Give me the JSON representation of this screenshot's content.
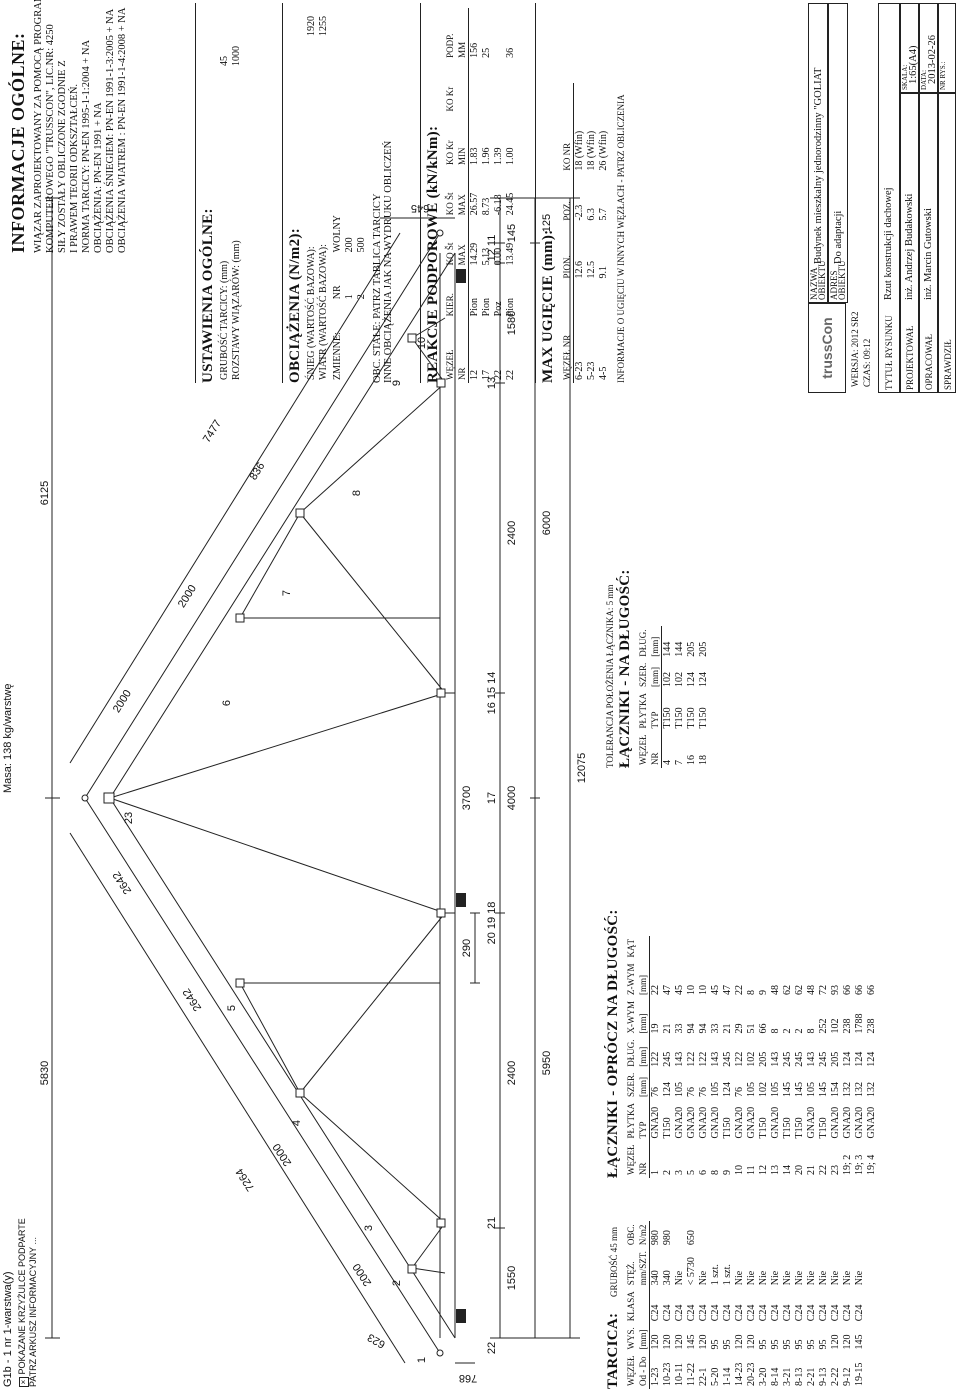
{
  "header": {
    "code": "G1b - 1 nr 1-warstwa(y)",
    "mass": "Masa: 138 kg/warstwę",
    "note_line1": "POKAZANE KRZYŻULCE PODPARTE",
    "note_line2": "PATRZ ARKUSZ INFORMACYJNY ..."
  },
  "drawing": {
    "top_dims": [
      "5830",
      "6125"
    ],
    "chord_dims": [
      "7264",
      "7477"
    ],
    "panel_dims": [
      "2000",
      "2000",
      "2642",
      "2642",
      "2000",
      "2000",
      "836",
      "623"
    ],
    "node_labels": [
      "1",
      "2",
      "3",
      "4",
      "5",
      "23",
      "6",
      "7",
      "8",
      "9",
      "10"
    ],
    "bottom_nodes": [
      "22",
      "21",
      "20 19 18",
      "17",
      "16 15 14",
      "13",
      "12 11"
    ],
    "bottom_dims_1": [
      "1550",
      "2400",
      "4000",
      "2400",
      "1580",
      "145"
    ],
    "bottom_dims_2": [
      "5950",
      "6000",
      "125"
    ],
    "bottom_total": "12075",
    "small_dims": [
      "290",
      "3700",
      "768",
      "645"
    ]
  },
  "tarcica": {
    "title": "TARCICA:",
    "grubosc": "GRUBOŚĆ 45 mm",
    "headers": [
      [
        "WĘZEŁ",
        "Od - Do"
      ],
      [
        "WYS.",
        "[mm]"
      ],
      [
        "KLASA",
        ""
      ],
      [
        "STĘŻ.",
        "mm/SZT."
      ],
      [
        "OBC.",
        "N/m2"
      ]
    ],
    "rows": [
      [
        "1-23",
        "120",
        "C24",
        "340",
        "980"
      ],
      [
        "10-23",
        "120",
        "C24",
        "340",
        "980"
      ],
      [
        "10-11",
        "120",
        "C24",
        "Nie",
        ""
      ],
      [
        "11-22",
        "145",
        "C24",
        "< 5730",
        "650"
      ],
      [
        "22-1",
        "120",
        "C24",
        "Nie",
        ""
      ],
      [
        "5-20",
        "95",
        "C24",
        "1 szt.",
        ""
      ],
      [
        "1-14",
        "95",
        "C24",
        "1 szt.",
        ""
      ],
      [
        "14-23",
        "120",
        "C24",
        "Nie",
        ""
      ],
      [
        "20-23",
        "120",
        "C24",
        "Nie",
        ""
      ],
      [
        "3-20",
        "95",
        "C24",
        "Nie",
        ""
      ],
      [
        "8-14",
        "95",
        "C24",
        "Nie",
        ""
      ],
      [
        "3-21",
        "95",
        "C24",
        "Nie",
        ""
      ],
      [
        "8-13",
        "95",
        "C24",
        "Nie",
        ""
      ],
      [
        "2-21",
        "95",
        "C24",
        "Nie",
        ""
      ],
      [
        "9-13",
        "95",
        "C24",
        "Nie",
        ""
      ],
      [
        "2-22",
        "120",
        "C24",
        "Nie",
        ""
      ],
      [
        "9-12",
        "120",
        "C24",
        "Nie",
        ""
      ],
      [
        "19-15",
        "145",
        "C24",
        "Nie",
        ""
      ]
    ]
  },
  "laczniki_opr": {
    "title": "ŁĄCZNIKI - OPRÓCZ NA DŁUGOŚĆ:",
    "headers": [
      [
        "WĘZEŁ",
        "NR"
      ],
      [
        "PŁYTKA",
        "TYP"
      ],
      [
        "SZER.",
        "[mm]"
      ],
      [
        "DŁUG.",
        "[mm]"
      ],
      [
        "X-WYM",
        "[mm]"
      ],
      [
        "Z-WYM",
        "[mm]"
      ],
      [
        "KĄT",
        ""
      ]
    ],
    "rows": [
      [
        "1",
        "GNA20",
        "76",
        "122",
        "19",
        "22",
        ""
      ],
      [
        "2",
        "T150",
        "124",
        "245",
        "21",
        "47",
        ""
      ],
      [
        "3",
        "GNA20",
        "105",
        "143",
        "33",
        "45",
        ""
      ],
      [
        "5",
        "GNA20",
        "76",
        "122",
        "94",
        "10",
        ""
      ],
      [
        "6",
        "GNA20",
        "76",
        "122",
        "94",
        "10",
        ""
      ],
      [
        "8",
        "GNA20",
        "105",
        "143",
        "33",
        "45",
        ""
      ],
      [
        "9",
        "T150",
        "124",
        "245",
        "21",
        "47",
        ""
      ],
      [
        "10",
        "GNA20",
        "76",
        "122",
        "29",
        "22",
        ""
      ],
      [
        "11",
        "GNA20",
        "105",
        "102",
        "51",
        "8",
        ""
      ],
      [
        "12",
        "T150",
        "102",
        "205",
        "66",
        "9",
        ""
      ],
      [
        "13",
        "GNA20",
        "105",
        "143",
        "8",
        "48",
        ""
      ],
      [
        "14",
        "T150",
        "145",
        "245",
        "2",
        "62",
        ""
      ],
      [
        "20",
        "T150",
        "145",
        "245",
        "2",
        "62",
        ""
      ],
      [
        "21",
        "GNA20",
        "105",
        "143",
        "8",
        "48",
        ""
      ],
      [
        "22",
        "T150",
        "145",
        "245",
        "252",
        "72",
        ""
      ],
      [
        "23",
        "GNA20",
        "154",
        "205",
        "102",
        "93",
        ""
      ],
      [
        "19; 2",
        "GNA20",
        "132",
        "124",
        "238",
        "66",
        ""
      ],
      [
        "19; 3",
        "GNA20",
        "132",
        "124",
        "1788",
        "66",
        ""
      ],
      [
        "19; 4",
        "GNA20",
        "132",
        "124",
        "238",
        "66",
        ""
      ]
    ]
  },
  "laczniki_dl": {
    "tolerance": "TOLERANCJA POŁOŻENIA ŁĄCZNIKA: 5 mm",
    "title": "ŁĄCZNIKI - NA DŁUGOŚĆ:",
    "headers": [
      [
        "WĘZEŁ",
        "NR"
      ],
      [
        "PŁYTKA",
        "TYP"
      ],
      [
        "SZER.",
        "[mm]"
      ],
      [
        "DŁUG.",
        "[mm]"
      ]
    ],
    "rows": [
      [
        "4",
        "T150",
        "102",
        "144"
      ],
      [
        "7",
        "T150",
        "102",
        "144"
      ],
      [
        "16",
        "T150",
        "124",
        "205"
      ],
      [
        "18",
        "T150",
        "124",
        "205"
      ]
    ]
  },
  "info": {
    "title": "INFORMACJE OGÓLNE:",
    "lines": [
      "WIĄZAR ZAPROJEKTOWANY ZA POMOCĄ PROGRAMU",
      "KOMPUTEROWEGO \"TRUSSCON\", LIC.NR: 4250",
      "SIŁY ZOSTAŁY OBLICZONE ZGODNIE Z",
      "I PRAWEM TEORII ODKSZTAŁCEŃ.",
      "NORMA TARCICY: PN-EN 1995-1-1:2004 + NA",
      "OBCIĄŻENIA: PN-EN 1991 + NA",
      "OBCIĄŻENIA ŚNIEGIEM: PN-EN 1991-1-3:2005 + NA",
      "OBCIĄŻENIA WIATREM : PN-EN 1991-1-4:2008 + NA"
    ]
  },
  "ustawienia": {
    "title": "USTAWIENIA OGÓLNE:",
    "rows": [
      [
        "GRUBOŚĆ TARCICY: (mm)",
        "45"
      ],
      [
        "ROZSTAWY WIĄZARÓW: (mm)",
        "1000"
      ]
    ]
  },
  "obciazenia": {
    "title": "OBCIĄŻENIA (N/m2):",
    "snieg": [
      "ŚNIEG (WARTOŚĆ BAZOWA):",
      "1920"
    ],
    "wiatr": [
      "WIATR (WARTOŚĆ BAZOWA):",
      "1255"
    ],
    "zmienne_label": "ZMIENNE:",
    "zmienne_headers": [
      "NR",
      "WOLNY"
    ],
    "zmienne_rows": [
      [
        "1",
        "200"
      ],
      [
        "2",
        "500"
      ]
    ],
    "note1": "OBC. STAŁE: PATRZ TABLICA TARCICY",
    "note2": "INNE OBCIĄŻENIA JAK NA WYDRUKU OBLICZEŃ"
  },
  "reakcje": {
    "title": "REAKCJE PODPOROWE (kN/kNm):",
    "headers": [
      [
        "WĘZEŁ",
        "NR"
      ],
      [
        "KIER.",
        ""
      ],
      [
        "KO Št",
        "MAX"
      ],
      [
        "KO Št",
        "MAX"
      ],
      [
        "KO Kr",
        "MIN"
      ],
      [
        "KO Kr",
        ""
      ],
      [
        "PODP.",
        "MM"
      ]
    ],
    "rows": [
      [
        "12",
        "Pion",
        "14.29",
        "26.57",
        "1.83",
        "",
        "156"
      ],
      [
        "17",
        "Pion",
        "5.13",
        "8.73",
        "1.96",
        "",
        "25"
      ],
      [
        "22",
        "Poz",
        "0.00",
        "-6.18",
        "1.39",
        "",
        ""
      ],
      [
        "22",
        "Pion",
        "13.49",
        "24.45",
        "1.00",
        "",
        "36"
      ]
    ]
  },
  "ugiecie": {
    "title": "MAX UGIĘCIE (mm):",
    "headers": [
      "WĘZEŁ NR",
      "PION.",
      "POZ.",
      "KO NR"
    ],
    "rows": [
      [
        "6-23",
        "12.6",
        "-2.3",
        "18 (Wfin)"
      ],
      [
        "5-23",
        "12.5",
        "6.3",
        "18 (Wfin)"
      ],
      [
        "4-5",
        "9.1",
        "5.7",
        "26 (Wfin)"
      ]
    ],
    "note": "INFORMACJE O UGIĘCIU W INNYCH WĘZŁACH - PATRZ OBLICZENIA"
  },
  "titleblock": {
    "logo": "trussCon",
    "version": "WERSJA: 2012 SR2",
    "time": "CZAS: 09:12",
    "nazwa_label": "NAZWA OBIEKTU",
    "nazwa": "Budynek mieszkalny jednorodzinny \"GOLIAT",
    "adres_label": "ADRES OBIEKTU",
    "adres": "Do adaptacji",
    "tytul_label": "TYTUŁ RYSUNKU",
    "tytul": "Rzut konstrukcji dachowej",
    "projektowal_label": "PROJEKTOWAŁ",
    "projektowal": "inż. Andrzej Budakowski",
    "opracowal_label": "OPRACOWAŁ",
    "opracowal": "inż. Marcin Gutowski",
    "sprawdzil_label": "SPRAWDZIŁ",
    "sprawdzil": "",
    "skala_label": "SKALA:",
    "skala": "1:65(A4)",
    "data_label": "DATA:",
    "data": "2013-02-26",
    "nrrys_label": "NR RYS.:",
    "nrrys": ""
  }
}
